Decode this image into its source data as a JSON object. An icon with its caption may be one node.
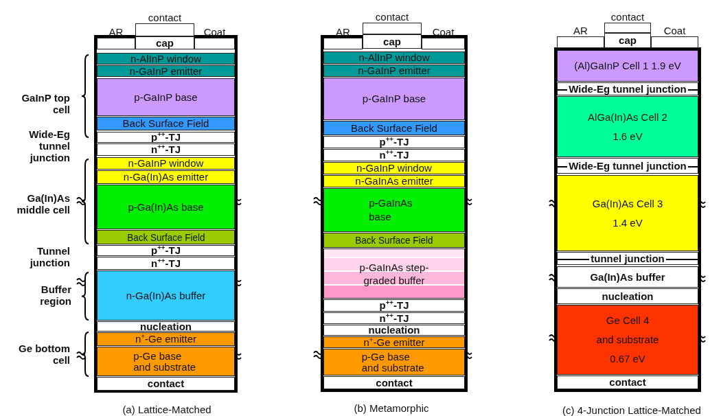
{
  "diagram": {
    "nodes": [
      {
        "text": [
          "contact"
        ]
      },
      {
        "text": [
          "AR"
        ]
      },
      {
        "text": [
          "cap"
        ]
      },
      {
        "text": [
          "Coat"
        ]
      },
      {
        "text": [
          "n-AlInP window"
        ]
      },
      {
        "text": [
          "n-GaInP emitter"
        ]
      },
      {
        "text": [
          "p-GaInP base"
        ]
      },
      {
        "text": [
          "Back Surface Field"
        ]
      },
      {
        "text": [
          "p$^{++}$-TJ"
        ]
      },
      {
        "text": [
          "n$^{++}$-TJ"
        ]
      },
      {
        "text": [
          "n-GaInP window"
        ]
      },
      {
        "text": [
          "n-Ga(In)As emitter"
        ]
      },
      {
        "text": [
          "p-Ga(In)As base"
        ]
      },
      {
        "text": [
          "Back Surface Field"
        ]
      },
      {
        "text": [
          "p$^{++}$-TJ"
        ]
      },
      {
        "text": [
          "n$^{++}$-TJ"
        ]
      },
      {
        "text": [
          "n-Ga(In)As buffer"
        ]
      },
      {
        "text": [
          "nucleation"
        ]
      },
      {
        "text": [
          "n$^{+}$-Ge emitter"
        ]
      },
      {
        "text": [
          "p-Ge base and substrate"
        ]
      },
      {
        "text": [
          "contact"
        ]
      },
      {
        "text": [
          "contact"
        ]
      },
      {
        "text": [
          "AR"
        ]
      },
      {
        "text": [
          "cap"
        ]
      },
      {
        "text": [
          "Coat"
        ]
      },
      {
        "text": [
          "n-AlInP window"
        ]
      },
      {
        "text": [
          "n-GaInP emitter"
        ]
      },
      {
        "text": [
          "p-GaInP base"
        ]
      },
      {
        "text": [
          "Back Surface Field"
        ]
      },
      {
        "text": [
          "p$^{++}$-TJ"
        ]
      },
      {
        "text": [
          "n$^{++}$-TJ"
        ]
      },
      {
        "text": [
          "n-GaInP window"
        ]
      },
      {
        "text": [
          "n-GaInAs emitter"
        ]
      },
      {
        "text": [
          "p-GaInAs base"
        ]
      },
      {
        "text": [
          "Back Surface Field"
        ]
      },
      {
        "text": [
          "p-GaInAs step-graded buffer"
        ]
      },
      {
        "text": [
          "p$^{++}$-TJ"
        ]
      },
      {
        "text": [
          "n$^{++}$-TJ"
        ]
      },
      {
        "text": [
          "nucleation"
        ]
      },
      {
        "text": [
          "n$^{+}$-Ge emitter"
        ]
      },
      {
        "text": [
          "p-Ge base and substrate"
        ]
      },
      {
        "text": [
          "contact"
        ]
      },
      {
        "text": [
          "contact"
        ]
      },
      {
        "text": [
          "AR"
        ]
      },
      {
        "text": [
          "cap"
        ]
      },
      {
        "text": [
          "Coat"
        ]
      },
      {
        "text": [
          "(Al)GaInP Cell 1  1.9 eV"
        ]
      },
      {
        "text": [
          "Wide-Eg tunnel junction"
        ]
      },
      {
        "text": [
          "AlGa(In)As Cell 2",
          "1.6 eV"
        ]
      },
      {
        "text": [
          "Wide-Eg tunnel junction"
        ]
      },
      {
        "text": [
          "Ga(In)As Cell 3",
          "1.4 eV"
        ]
      },
      {
        "text": [
          "tunnel junction"
        ]
      },
      {
        "text": [
          "Ga(In)As buffer"
        ]
      },
      {
        "text": [
          "nucleation"
        ]
      },
      {
        "text": [
          "Ge Cell 4",
          "and substrate",
          "0.67 eV"
        ]
      },
      {
        "text": [
          "contact"
        ]
      }
    ],
    "labels": [
      "GaInP top cell",
      "Wide-Eg tunnel junction",
      "Ga(In)As middle cell",
      "Tunnel junction",
      "Buffer region",
      "Ge bottom cell",
      "(a) Lattice-Matched",
      "(b) Metamorphic",
      "(c) 4-Junction Lattice-Matched"
    ]
  }
}
